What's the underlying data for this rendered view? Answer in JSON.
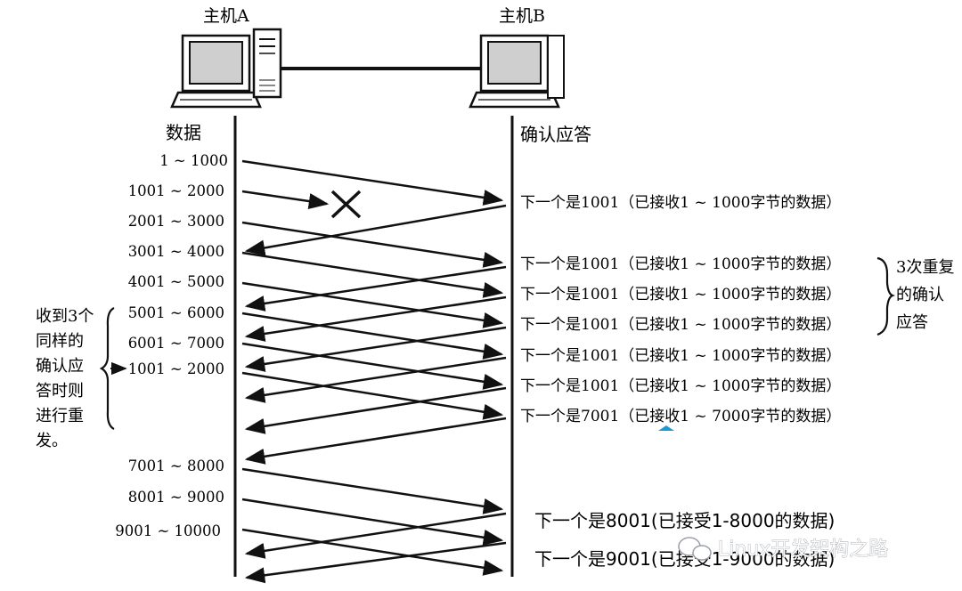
{
  "hosts": {
    "a_label": "主机A",
    "b_label": "主机B"
  },
  "columns": {
    "data_header": "数据",
    "ack_header": "确认应答"
  },
  "segments": [
    "1 ~ 1000",
    "1001 ~ 2000",
    "2001 ~ 3000",
    "3001 ~ 4000",
    "4001 ~ 5000",
    "5001 ~ 6000",
    "6001 ~ 7000",
    "1001 ~ 2000",
    "7001 ~ 8000",
    "8001 ~ 9000",
    "9001 ~ 10000"
  ],
  "acks": [
    "下一个是1001（已接收1 ~ 1000字节的数据）",
    "下一个是1001（已接收1 ~ 1000字节的数据）",
    "下一个是1001（已接收1 ~ 1000字节的数据）",
    "下一个是1001（已接收1 ~ 1000字节的数据）",
    "下一个是1001（已接收1 ~ 1000字节的数据）",
    "下一个是1001（已接收1 ~ 1000字节的数据）",
    "下一个是7001（已接收1 ~ 7000字节的数据）"
  ],
  "acks_late": [
    "下一个是8001(已接受1-8000的数据)",
    "下一个是9001(已接受1-9000的数据)"
  ],
  "annotations": {
    "dup_ack_lines": [
      "3次重复",
      "的确认",
      "应答"
    ],
    "resend_lines": [
      "收到3个",
      "同样的",
      "确认应",
      "答时则",
      "进行重",
      "发。"
    ]
  },
  "lost_marker": "×",
  "watermark": "Linux开发架构之路",
  "colors": {
    "ink": "#111111",
    "accent": "#1a9bd7"
  }
}
